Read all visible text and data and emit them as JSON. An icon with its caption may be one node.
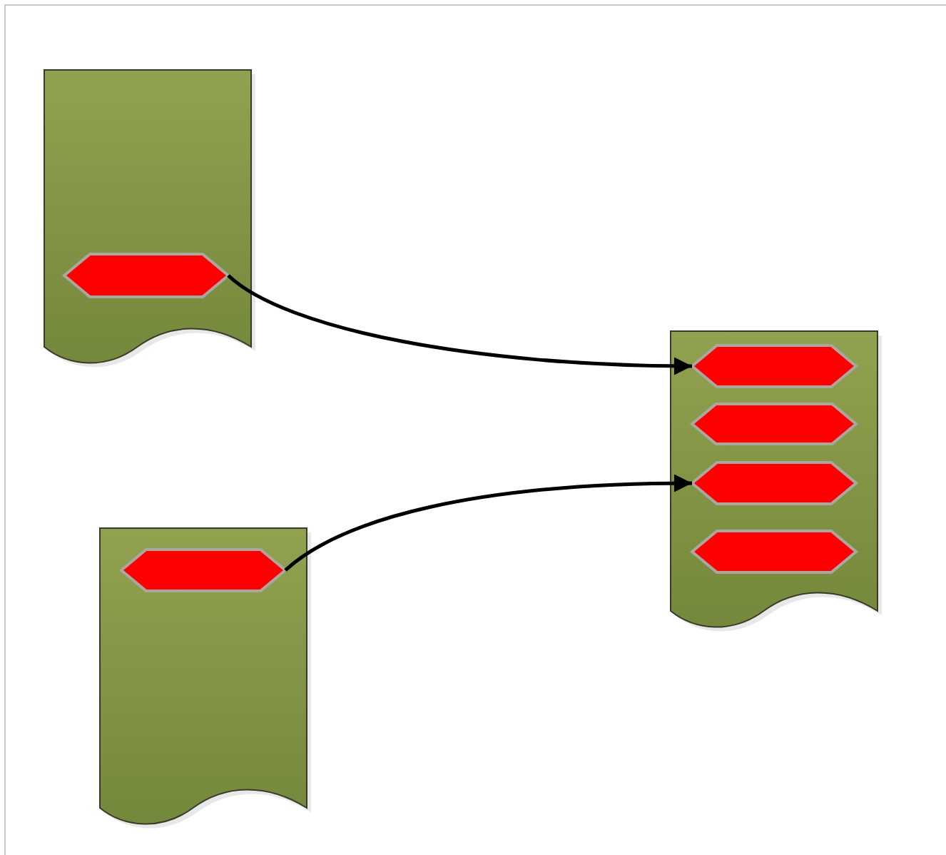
{
  "diagram": {
    "nodes": [
      {
        "text": [],
        "shape": "document"
      },
      {
        "text": [],
        "shape": "hexagon",
        "in": 0
      },
      {
        "text": [],
        "shape": "document"
      },
      {
        "text": [],
        "shape": "hexagon",
        "in": 2
      },
      {
        "text": [],
        "shape": "hexagon",
        "in": 2
      },
      {
        "text": [],
        "shape": "hexagon",
        "in": 2
      },
      {
        "text": [],
        "shape": "hexagon",
        "in": 2
      },
      {
        "text": [],
        "shape": "document"
      },
      {
        "text": [],
        "shape": "hexagon",
        "in": 7
      }
    ],
    "edges": [
      {
        "from": 1,
        "to": 3,
        "arrow": "to"
      },
      {
        "from": 8,
        "to": 5,
        "arrow": "to"
      }
    ]
  }
}
